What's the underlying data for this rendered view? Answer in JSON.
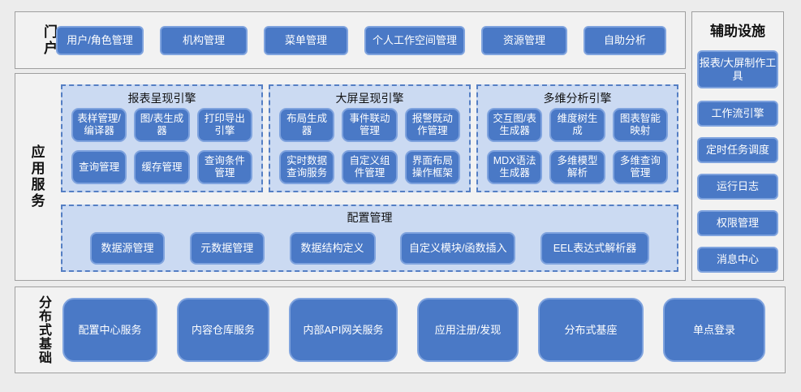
{
  "colors": {
    "page_bg": "#ececec",
    "section_fill": "#f2f2f2",
    "section_border": "#9f9f9f",
    "button_fill": "#4a79c6",
    "button_border": "#7fa3de",
    "group_fill": "#cbdaf2",
    "group_dash_border": "#557fc4",
    "button_text": "#ffffff",
    "label_text": "#111111"
  },
  "portal": {
    "label": "门户",
    "buttons": [
      "用户/角色管理",
      "机构管理",
      "菜单管理",
      "个人工作空间管理",
      "资源管理",
      "自助分析"
    ]
  },
  "app": {
    "label": "应用服务",
    "engines": [
      {
        "title": "报表呈现引擎",
        "buttons": [
          "表样管理/编译器",
          "图/表生成器",
          "打印导出引擎",
          "查询管理",
          "缓存管理",
          "查询条件管理"
        ]
      },
      {
        "title": "大屏呈现引擎",
        "buttons": [
          "布局生成器",
          "事件联动管理",
          "报警既动作管理",
          "实时数据查询服务",
          "自定义组件管理",
          "界面布局操作框架"
        ]
      },
      {
        "title": "多维分析引擎",
        "buttons": [
          "交互图/表生成器",
          "维度树生成",
          "图表智能映射",
          "MDX语法生成器",
          "多维模型解析",
          "多维查询管理"
        ]
      }
    ],
    "config": {
      "title": "配置管理",
      "buttons": [
        "数据源管理",
        "元数据管理",
        "数据结构定义",
        "自定义模块/函数插入",
        "EEL表达式解析器"
      ]
    }
  },
  "aux": {
    "title": "辅助设施",
    "buttons": [
      "报表/大屏制作工具",
      "工作流引擎",
      "定时任务调度",
      "运行日志",
      "权限管理",
      "消息中心"
    ]
  },
  "dist": {
    "label": "分布式基础",
    "buttons": [
      "配置中心服务",
      "内容仓库服务",
      "内部API网关服务",
      "应用注册/发现",
      "分布式基座",
      "单点登录"
    ]
  }
}
